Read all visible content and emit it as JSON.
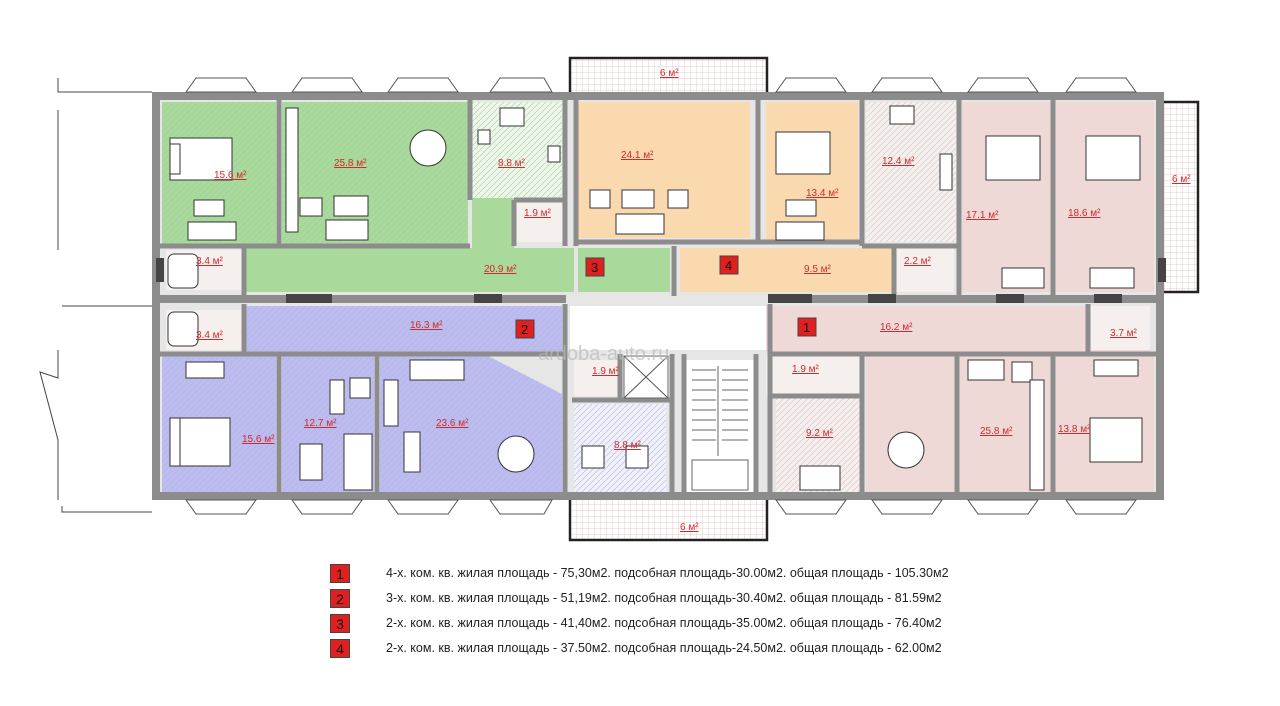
{
  "colors": {
    "green": "#a9d99b",
    "blue": "#bcbcf0",
    "orange": "#fbd9ae",
    "pink": "#efd9d7",
    "light": "#f4f0ee",
    "wall": "#8c8c8c",
    "marker": "#e01f1f"
  },
  "plan": {
    "rooms": [
      {
        "area": "15.6 м²"
      },
      {
        "area": "25.8 м²"
      },
      {
        "area": "8.8 м²"
      },
      {
        "area": "24.1 м²"
      },
      {
        "area": "13.4 м²"
      },
      {
        "area": "12.4 м²"
      },
      {
        "area": "17.1 м²"
      },
      {
        "area": "18.6 м²"
      },
      {
        "area": "3.4 м²"
      },
      {
        "area": "20.9 м²"
      },
      {
        "area": "9.5 м²"
      },
      {
        "area": "2.2 м²"
      },
      {
        "area": "1.9 м²"
      },
      {
        "area": "3.4 м²"
      },
      {
        "area": "16.3 м²"
      },
      {
        "area": "16.2 м²"
      },
      {
        "area": "3.7 м²"
      },
      {
        "area": "15.6 м²"
      },
      {
        "area": "12.7 м²"
      },
      {
        "area": "23.6 м²"
      },
      {
        "area": "1.9 м²"
      },
      {
        "area": "8.8 м²"
      },
      {
        "area": "1.9 м²"
      },
      {
        "area": "9.2 м²"
      },
      {
        "area": "25.8 м²"
      },
      {
        "area": "13.8 м²"
      },
      {
        "area": "6 м²"
      },
      {
        "area": "6 м²"
      },
      {
        "area": "6 м²"
      }
    ],
    "markers": [
      "3",
      "4",
      "2",
      "1"
    ],
    "watermark": "ardoba-auto.ru"
  },
  "legend": [
    {
      "num": "1",
      "text": "4-х. ком. кв. жилая площадь - 75,30м2. подсобная площадь-30.00м2. общая площадь - 105.30м2"
    },
    {
      "num": "2",
      "text": "3-х. ком. кв. жилая площадь - 51,19м2. подсобная площадь-30.40м2. общая площадь - 81.59м2"
    },
    {
      "num": "3",
      "text": "2-х. ком. кв. жилая площадь - 41,40м2. подсобная площадь-35.00м2. общая площадь - 76.40м2"
    },
    {
      "num": "4",
      "text": "2-х. ком. кв. жилая площадь - 37.50м2. подсобная площадь-24.50м2. общая площадь - 62.00м2"
    }
  ]
}
